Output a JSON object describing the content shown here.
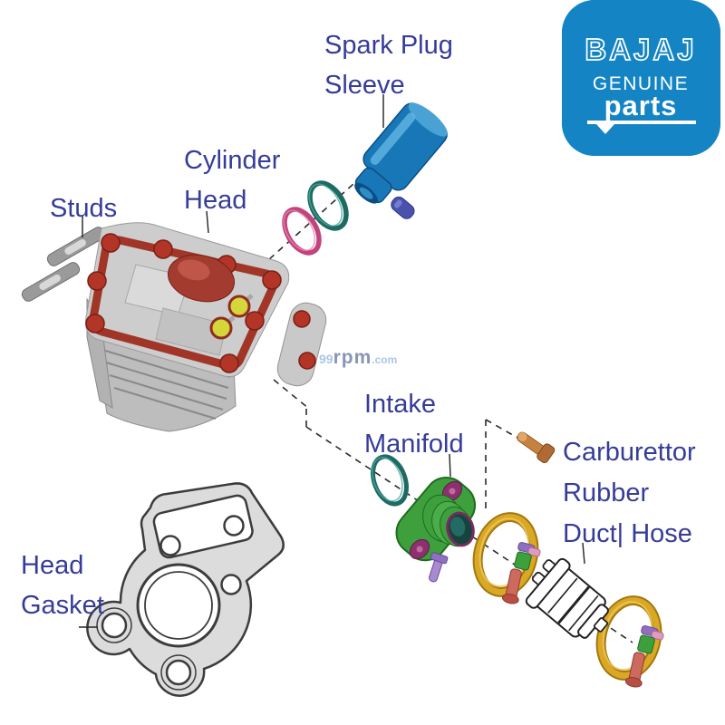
{
  "page": {
    "background": "#ffffff"
  },
  "logo": {
    "brand": "BAJAJ",
    "genuine": "GENUINE",
    "parts": "parts",
    "bg_color": "#1484c4",
    "text_color": "#ffffff"
  },
  "watermark": {
    "num": "99",
    "rpm": "rpm",
    "com": ".com"
  },
  "labels": {
    "spark_plug_sleeve": {
      "line1": "Spark Plug",
      "line2": "Sleeve"
    },
    "cylinder_head": {
      "line1": "Cylinder",
      "line2": "Head"
    },
    "studs": {
      "line1": "Studs"
    },
    "intake_manifold": {
      "line1": "Intake",
      "line2": "Manifold"
    },
    "carburettor": {
      "line1": "Carburettor",
      "line2": "Rubber",
      "line3": "Duct| Hose"
    },
    "head_gasket": {
      "line1": "Head",
      "line2": "Gasket"
    }
  },
  "colors": {
    "label_text": "#363c99",
    "leader_line": "#222222",
    "dashed_axis": "#2b2b2b",
    "sleeve_blue": "#1877b6",
    "oring_teal": "#1d6b63",
    "oring_pink": "#c2447c",
    "head_red": "#a03528",
    "head_gray": "#cdcdcd",
    "valve_yellow": "#d4d63a",
    "manifold_green": "#3da03d",
    "manifold_magenta": "#8e2f6e",
    "clamp_gold": "#d9a825",
    "clamp_screw": "#cc6a5e",
    "bolt_copper": "#c8823f",
    "cap_indigo": "#4a52ae",
    "gasket_gray": "#dcdcdc"
  },
  "parts": [
    {
      "name": "Studs",
      "color": "#9a9a9a"
    },
    {
      "name": "Cylinder Head",
      "color": "#cdcdcd"
    },
    {
      "name": "Spark Plug Sleeve",
      "color": "#1877b6"
    },
    {
      "name": "Spark Plug Cap",
      "color": "#4a52ae"
    },
    {
      "name": "O-Ring (teal, upper)",
      "color": "#1d6b63"
    },
    {
      "name": "O-Ring (pink)",
      "color": "#c2447c"
    },
    {
      "name": "O-Ring (teal, lower)",
      "color": "#1d6b63"
    },
    {
      "name": "Head Gasket",
      "color": "#dcdcdc"
    },
    {
      "name": "Intake Manifold",
      "color": "#3da03d"
    },
    {
      "name": "Hose Clamp (x2)",
      "color": "#d9a825"
    },
    {
      "name": "Clamp Bolt",
      "color": "#c8823f"
    },
    {
      "name": "Carburettor Rubber Duct",
      "color": "#ffffff"
    }
  ]
}
